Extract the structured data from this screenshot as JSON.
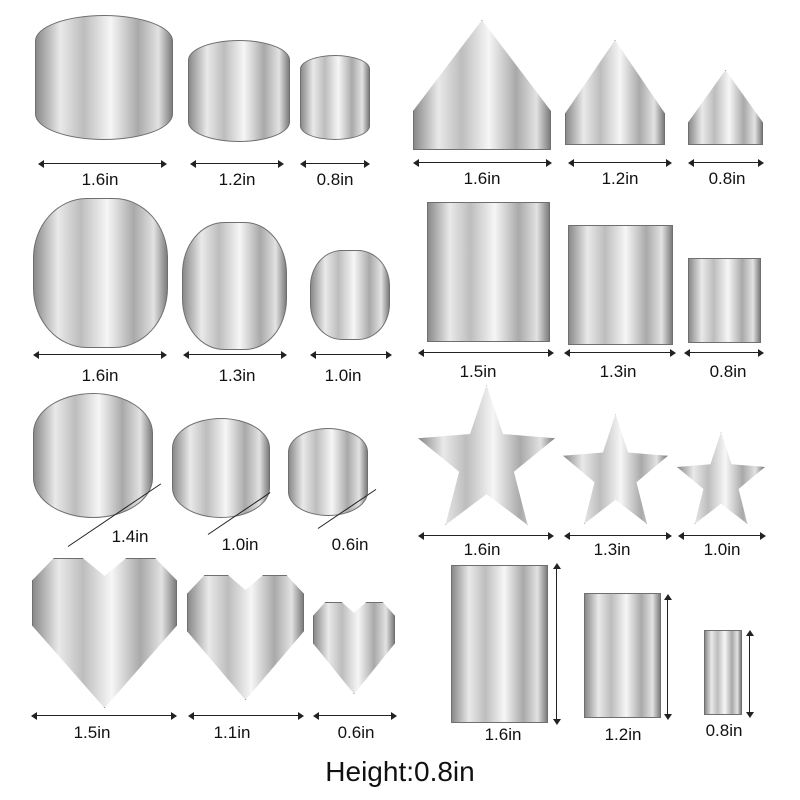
{
  "product": "cookie-cutter-set",
  "groups": [
    {
      "shape": "round",
      "sizes": [
        "1.6in",
        "1.2in",
        "0.8in"
      ]
    },
    {
      "shape": "triangle",
      "sizes": [
        "1.6in",
        "1.2in",
        "0.8in"
      ]
    },
    {
      "shape": "flower",
      "sizes": [
        "1.6in",
        "1.3in",
        "1.0in"
      ]
    },
    {
      "shape": "square",
      "sizes": [
        "1.5in",
        "1.3in",
        "0.8in"
      ]
    },
    {
      "shape": "oval",
      "sizes": [
        "1.4in",
        "1.0in",
        "0.6in"
      ]
    },
    {
      "shape": "star",
      "sizes": [
        "1.6in",
        "1.3in",
        "1.0in"
      ]
    },
    {
      "shape": "heart",
      "sizes": [
        "1.5in",
        "1.1in",
        "0.6in"
      ]
    },
    {
      "shape": "rectangle",
      "sizes": [
        "1.6in",
        "1.2in",
        "0.8in"
      ]
    }
  ],
  "footer": {
    "height_note": "Height:0.8in"
  }
}
